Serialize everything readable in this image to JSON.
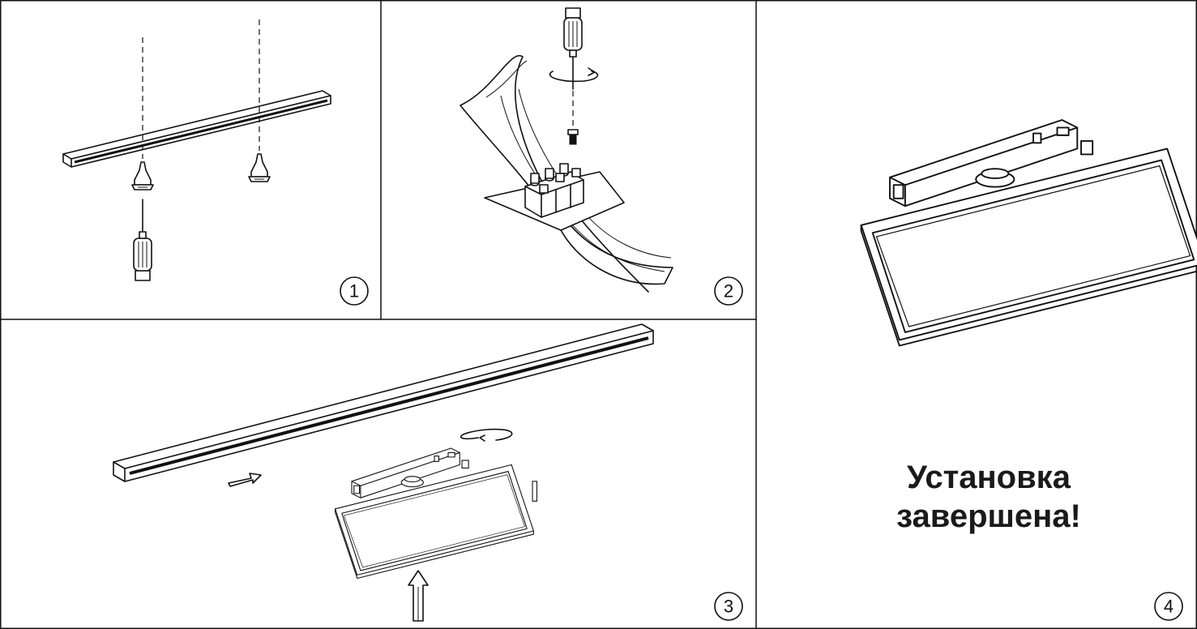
{
  "steps": [
    {
      "number": "1",
      "icons": [
        "mounting-rail-icon",
        "wall-anchor-icon",
        "screwdriver-icon"
      ]
    },
    {
      "number": "2",
      "icons": [
        "cable-icon",
        "terminal-block-icon",
        "screwdriver-icon",
        "screw-icon"
      ]
    },
    {
      "number": "3",
      "icons": [
        "mounting-rail-icon",
        "panel-light-icon",
        "arrow-icon",
        "rotate-arrow-icon"
      ]
    },
    {
      "number": "4",
      "icons": [
        "panel-light-icon"
      ]
    }
  ],
  "completion": {
    "line1": "Установка",
    "line2": "завершена!"
  },
  "colors": {
    "line": "#111111",
    "background": "#ffffff",
    "text": "#1a1a1a"
  }
}
